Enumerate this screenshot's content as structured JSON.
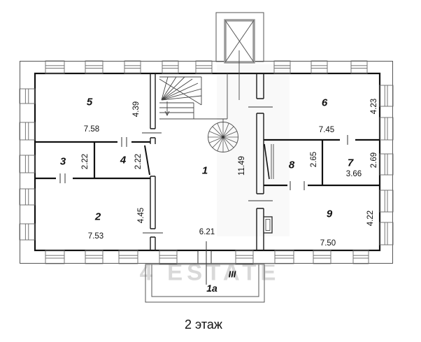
{
  "floor_plan": {
    "caption": "2 этаж",
    "watermark": "4 ESTATE",
    "balcony_marker": "III",
    "rooms": {
      "r1": {
        "number": "1",
        "width": "6.21",
        "height": "11.49"
      },
      "r1a": {
        "number": "1a"
      },
      "r2": {
        "number": "2",
        "width": "7.53",
        "height": "4.45"
      },
      "r3": {
        "number": "3",
        "height": "2.22"
      },
      "r4": {
        "number": "4",
        "height": "2.22"
      },
      "r5": {
        "number": "5",
        "width": "7.58",
        "height": "4.39"
      },
      "r6": {
        "number": "6",
        "width": "7.45",
        "height": "4.23"
      },
      "r7": {
        "number": "7",
        "width": "3.66",
        "height": "2.69"
      },
      "r8": {
        "number": "8",
        "height": "2.65"
      },
      "r9": {
        "number": "9",
        "width": "7.50",
        "height": "4.22"
      }
    }
  }
}
